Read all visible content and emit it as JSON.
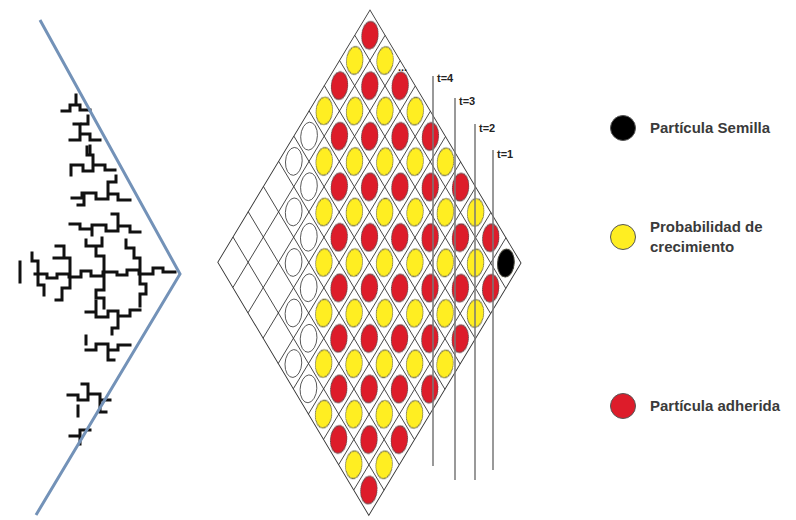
{
  "diagram": {
    "labels": [
      "...",
      "t=4",
      "t=3",
      "t=2",
      "t=1"
    ],
    "legend": [
      {
        "text": "Partícula Semilla",
        "color": "#000000"
      },
      {
        "text": "Probabilidad de crecimiento",
        "color": "#ffee22"
      },
      {
        "text": "Partícula adherida",
        "color": "#dd1c2a"
      }
    ]
  }
}
